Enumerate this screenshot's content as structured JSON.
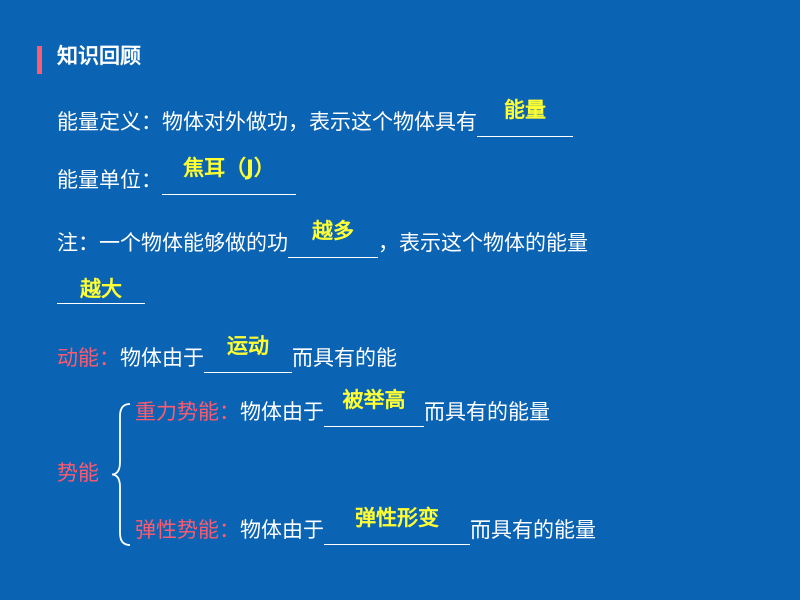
{
  "heading": {
    "title": "知识回顾"
  },
  "definition": {
    "label": "能量定义：",
    "text": "物体对外做功，表示这个物体具有",
    "answer": "能量"
  },
  "unit": {
    "label": "能量单位：",
    "answer": "焦耳（J）"
  },
  "note": {
    "line1_prefix": "注：一个物体能够做的功",
    "line1_answer": "越多",
    "line1_suffix": "，表示这个物体的能量",
    "line2_answer": "越大"
  },
  "kinetic": {
    "label": "动能：",
    "prefix": "物体由于",
    "answer": "运动",
    "suffix": "而具有的能"
  },
  "potential": {
    "label": "势能",
    "gravity": {
      "label": "重力势能：",
      "prefix": "物体由于",
      "answer": "被举高",
      "suffix": "而具有的能量"
    },
    "elastic": {
      "label": "弹性势能：",
      "prefix": "物体由于",
      "answer": "弹性形变",
      "suffix": "而具有的能量"
    }
  },
  "colors": {
    "background": "#0a63b3",
    "accent": "#ff5a6e",
    "answer": "#ffff33",
    "text": "#ffffff"
  }
}
